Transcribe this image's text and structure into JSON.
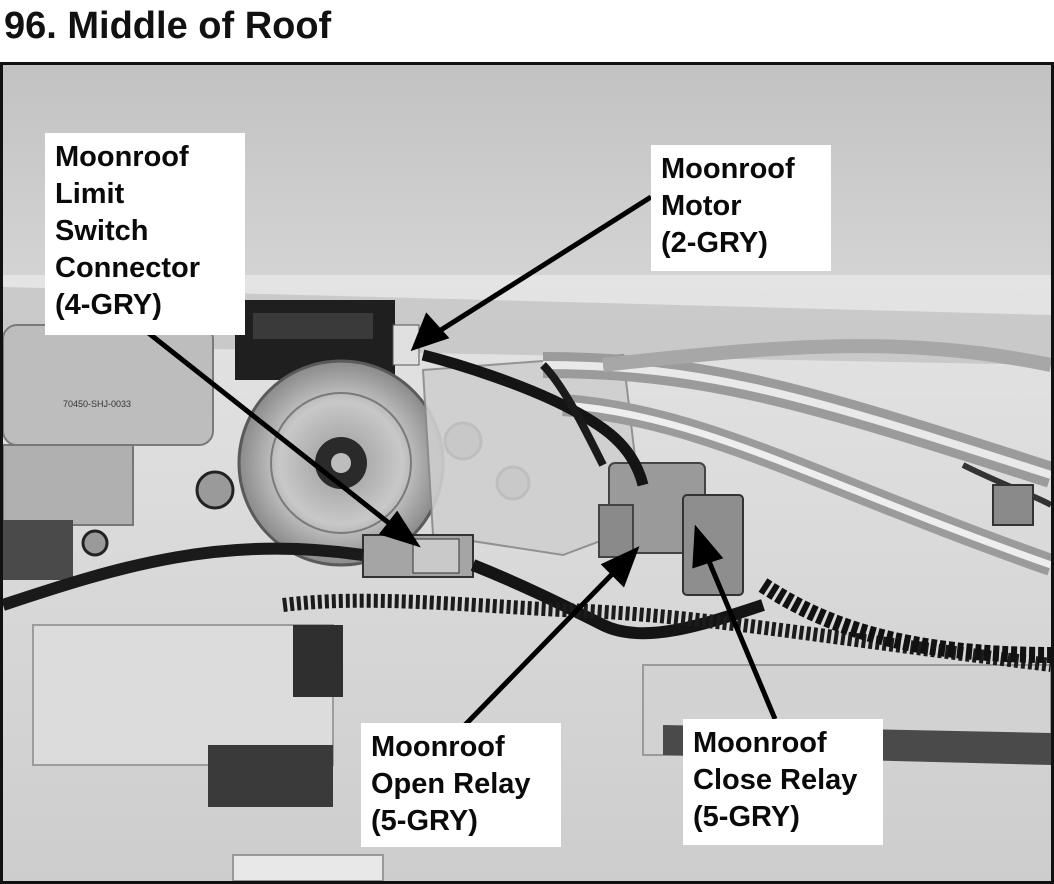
{
  "title": "96. Middle of Roof",
  "callouts": {
    "limit_switch": {
      "lines": [
        "Moonroof",
        "Limit",
        "Switch",
        "Connector",
        "(4-GRY)"
      ]
    },
    "motor": {
      "lines": [
        "Moonroof",
        "Motor",
        "(2-GRY)"
      ]
    },
    "open_relay": {
      "lines": [
        "Moonroof",
        "Open Relay",
        "(5-GRY)"
      ]
    },
    "close_relay": {
      "lines": [
        "Moonroof",
        "Close Relay",
        "(5-GRY)"
      ]
    }
  },
  "photo_marking": "70450-SHJ-0033"
}
